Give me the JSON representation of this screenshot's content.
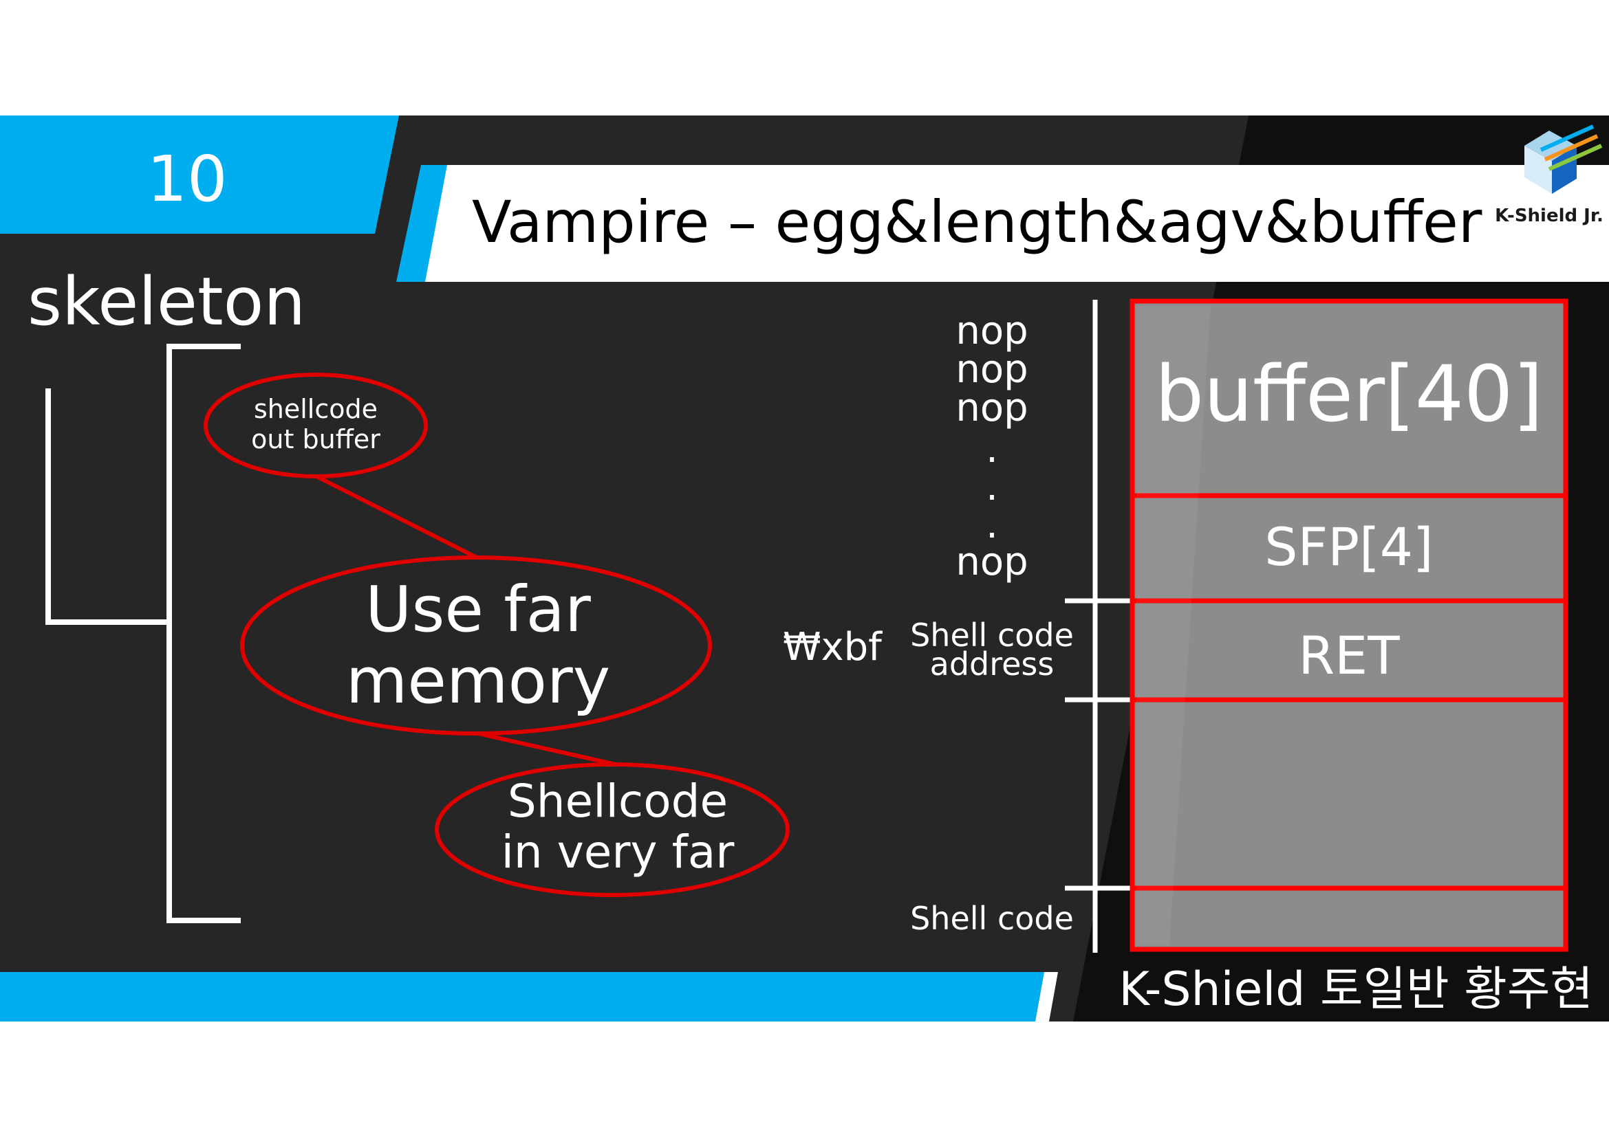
{
  "slide": {
    "number": "10",
    "title": "Vampire – egg&length&agv&buffer",
    "logo_text": "K-Shield Jr.",
    "section_label": "skeleton",
    "footer": "K-Shield 토일반 황주현"
  },
  "mindmap": {
    "top_bubble": [
      "shellcode",
      "out buffer"
    ],
    "center_bubble": [
      "Use far",
      "memory"
    ],
    "bottom_bubble": [
      "Shellcode",
      "in very far"
    ]
  },
  "stack": {
    "nop_labels": [
      "nop",
      "nop",
      "nop",
      ".",
      ".",
      ".",
      "nop"
    ],
    "addr_prefix": "₩xbf",
    "addr_label": [
      "Shell code",
      "address"
    ],
    "shellcode_label": "Shell code",
    "cells": [
      {
        "label": "buffer[40]"
      },
      {
        "label": "SFP[4]"
      },
      {
        "label": "RET"
      },
      {
        "label": ""
      },
      {
        "label": ""
      }
    ]
  },
  "colors": {
    "background": "#262626",
    "accent_blue": "#00aeef",
    "outline_red": "#ff0000",
    "cell_gray": "#8c8c8c",
    "text_white": "#ffffff",
    "title_text": "#000000"
  }
}
